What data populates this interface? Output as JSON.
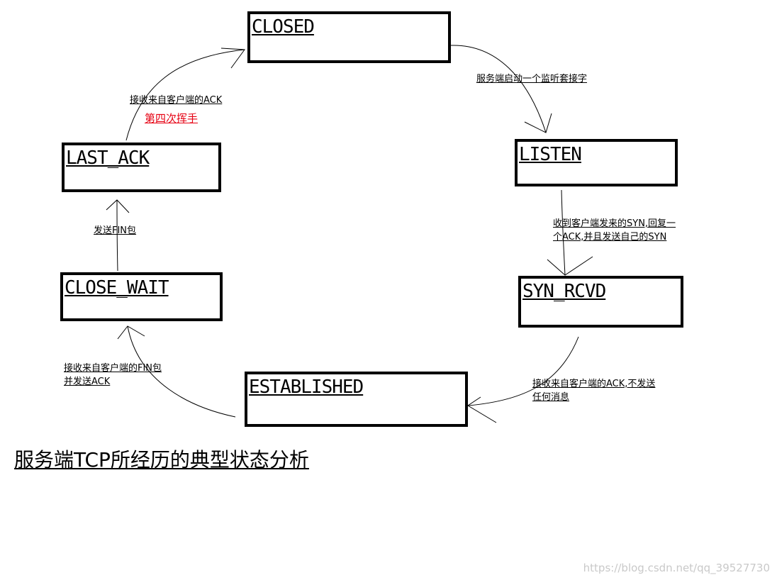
{
  "states": {
    "closed": "CLOSED",
    "listen": "LISTEN",
    "syn_rcvd": "SYN_RCVD",
    "established": "ESTABLISHED",
    "close_wait": "CLOSE_WAIT",
    "last_ack": "LAST_ACK"
  },
  "transitions": {
    "closed_to_listen": [
      "服务端启动一个监听套接字"
    ],
    "listen_to_syn_rcvd": [
      "收到客户端发来的SYN,回复一",
      "个ACK,并且发送自己的SYN"
    ],
    "syn_rcvd_to_established": [
      "接收来自客户端的ACK,不发送",
      "任何消息"
    ],
    "established_to_close_wait": [
      "接收来自客户端的FIN包",
      "并发送ACK"
    ],
    "close_wait_to_last_ack": [
      "发送FIN包"
    ],
    "last_ack_to_closed": [
      "接收来自客户端的ACK"
    ],
    "last_ack_to_closed_highlight": "第四次挥手"
  },
  "caption": "服务端TCP所经历的典型状态分析",
  "watermark": "https://blog.csdn.net/qq_39527730",
  "colors": {
    "highlight": "#e60012",
    "watermark": "#c9c9c9"
  }
}
